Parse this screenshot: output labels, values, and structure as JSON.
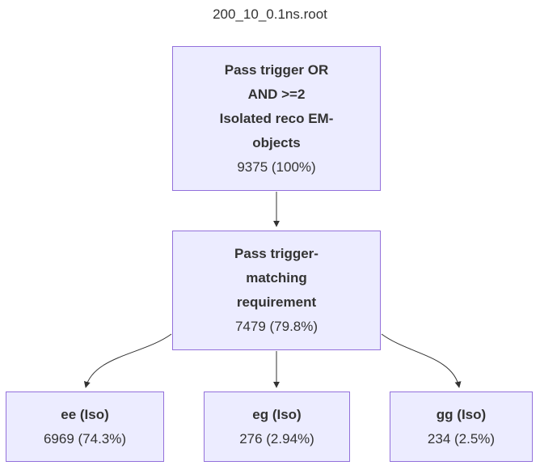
{
  "title": "200_10_0.1ns.root",
  "colors": {
    "node_fill": "#ECECFF",
    "node_border": "#9370DB",
    "text": "#333333",
    "edge": "#333333",
    "background": "#FFFFFF"
  },
  "nodes": {
    "root": {
      "lines": [
        "Pass trigger OR",
        "AND >=2",
        "Isolated reco EM-",
        "objects"
      ],
      "value": "9375 (100%)"
    },
    "match": {
      "lines": [
        "Pass trigger-",
        "matching",
        "requirement"
      ],
      "value": "7479 (79.8%)"
    },
    "ee": {
      "lines": [
        "ee (Iso)"
      ],
      "value": "6969 (74.3%)"
    },
    "eg": {
      "lines": [
        "eg (Iso)"
      ],
      "value": "276 (2.94%)"
    },
    "gg": {
      "lines": [
        "gg (Iso)"
      ],
      "value": "234 (2.5%)"
    }
  },
  "edges": [
    {
      "from": "root",
      "to": "match"
    },
    {
      "from": "match",
      "to": "ee"
    },
    {
      "from": "match",
      "to": "eg"
    },
    {
      "from": "match",
      "to": "gg"
    }
  ]
}
